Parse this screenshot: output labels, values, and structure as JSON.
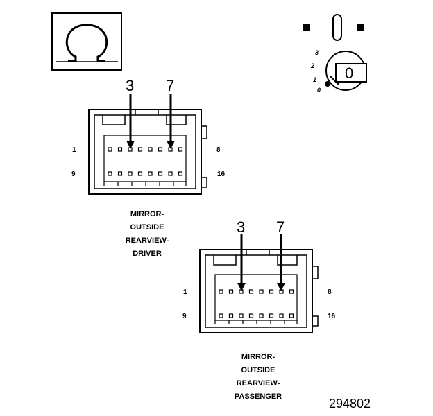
{
  "meter_symbol": "Ω",
  "ignition_positions": [
    "3",
    "2",
    "1",
    "0"
  ],
  "ignition_key_label": "0",
  "connectors": [
    {
      "arrow_pins": [
        "3",
        "7"
      ],
      "row_labels": {
        "top_left": "1",
        "top_right": "8",
        "bottom_left": "9",
        "bottom_right": "16"
      },
      "caption": [
        "MIRROR-",
        "OUTSIDE",
        "REARVIEW-",
        "DRIVER"
      ]
    },
    {
      "arrow_pins": [
        "3",
        "7"
      ],
      "row_labels": {
        "top_left": "1",
        "top_right": "8",
        "bottom_left": "9",
        "bottom_right": "16"
      },
      "caption": [
        "MIRROR-",
        "OUTSIDE",
        "REARVIEW-",
        "PASSENGER"
      ]
    }
  ],
  "figure_number": "294802"
}
